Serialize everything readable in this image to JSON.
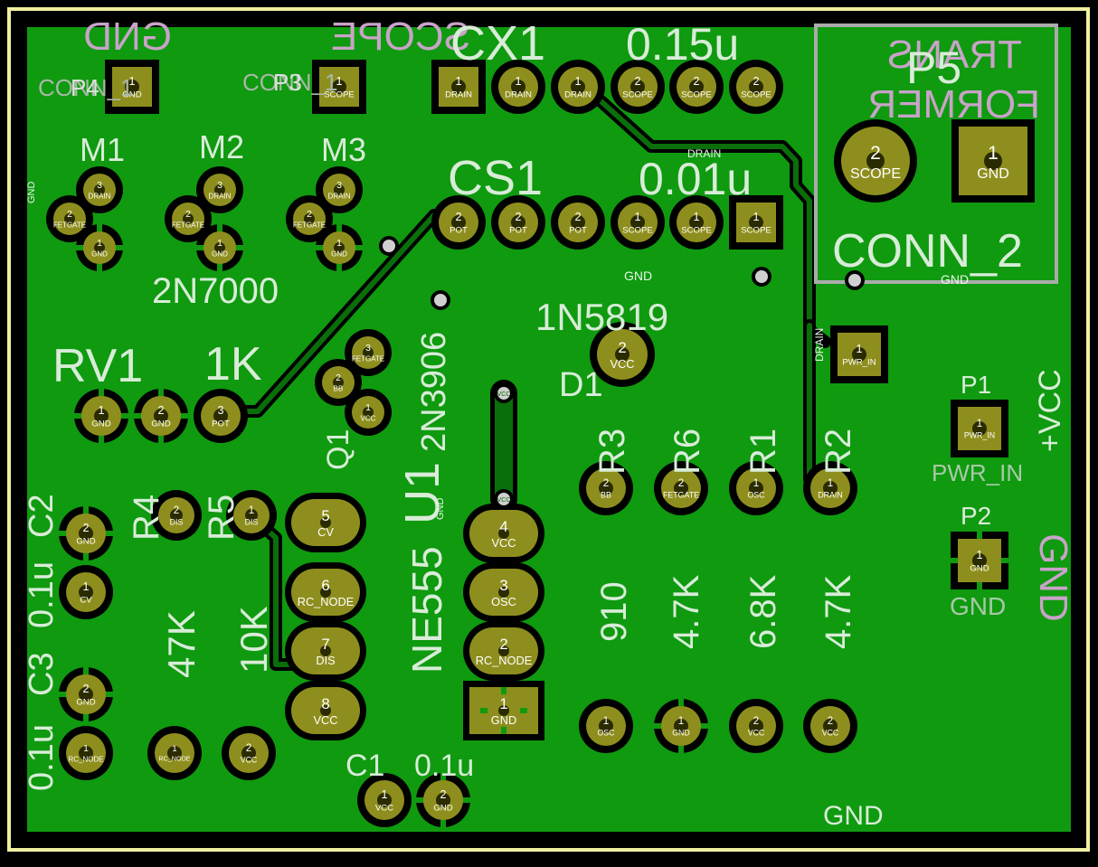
{
  "colors": {
    "background": "#000000",
    "edge": "#f0f0a0",
    "copper": "#0f9a0f",
    "copper_dark": "#0a6e0a",
    "pad_gold": "#8e8e1e",
    "pad_dark": "#2b2b00",
    "silk": "#d8ecd8",
    "silk_back": "#c9a3c9",
    "fab": "#ababab"
  },
  "back_texts": [
    "GND",
    "SCOPE",
    "TRANS",
    "FORMER",
    "GND"
  ],
  "refs": {
    "cx1": "CX1",
    "cx1_val": "0.15u",
    "cs1": "CS1",
    "cs1_val": "0.01u",
    "p5": "P5",
    "p5_val": "CONN_2",
    "p4": "P4",
    "p4_fab": "CONN_1",
    "p3": "P3",
    "p3_fab": "CONN_1",
    "m1": "M1",
    "m2": "M2",
    "m3": "M3",
    "mos_val": "2N7000",
    "rv1": "RV1",
    "rv1_val": "1K",
    "q1": "Q1",
    "q1_val": "2N3906",
    "d1": "D1",
    "d1_val": "1N5819",
    "u1": "U1",
    "u1_val": "NE555",
    "r3": "R3",
    "r6": "R6",
    "r1": "R1",
    "r2": "R2",
    "r3_val": "910",
    "r6_val": "4.7K",
    "r1_val": "6.8K",
    "r2_val": "4.7K",
    "r4": "R4",
    "r5": "R5",
    "r4_val": "47K",
    "r5_val": "10K",
    "c2": "C2",
    "c2_val": "0.1u",
    "c3": "C3",
    "c3_val": "0.1u",
    "c1": "C1",
    "c1_val": "0.1u",
    "p1": "P1",
    "p1_val": "PWR_IN",
    "p2": "P2",
    "p2_val": "GND",
    "vcc_plus": "+VCC",
    "gnd_side": "GND",
    "gnd_bottom": "GND",
    "gnd_net": "GND",
    "gnd_rot": "GND",
    "drain_net": "DRAIN"
  },
  "pads": {
    "p4": {
      "num": "1",
      "net": "GND"
    },
    "p3": {
      "num": "1",
      "net": "SCOPE"
    },
    "cx1": [
      {
        "num": "1",
        "net": "DRAIN"
      },
      {
        "num": "1",
        "net": "DRAIN"
      },
      {
        "num": "1",
        "net": "DRAIN"
      },
      {
        "num": "2",
        "net": "SCOPE"
      },
      {
        "num": "2",
        "net": "SCOPE"
      },
      {
        "num": "2",
        "net": "SCOPE"
      }
    ],
    "cs1": [
      {
        "num": "2",
        "net": "POT"
      },
      {
        "num": "2",
        "net": "POT"
      },
      {
        "num": "2",
        "net": "POT"
      },
      {
        "num": "1",
        "net": "SCOPE"
      },
      {
        "num": "1",
        "net": "SCOPE"
      },
      {
        "num": "1",
        "net": "SCOPE"
      }
    ],
    "p5": [
      {
        "num": "2",
        "net": "SCOPE"
      },
      {
        "num": "1",
        "net": "GND"
      }
    ],
    "mos": [
      {
        "num": "3",
        "net": "DRAIN"
      },
      {
        "num": "2",
        "net": "FETGATE"
      },
      {
        "num": "1",
        "net": "GND"
      }
    ],
    "rv1": [
      {
        "num": "1",
        "net": "GND"
      },
      {
        "num": "2",
        "net": "GND"
      },
      {
        "num": "3",
        "net": "POT"
      }
    ],
    "q1": [
      {
        "num": "3",
        "net": "FETGATE"
      },
      {
        "num": "2",
        "net": "BB"
      },
      {
        "num": "1",
        "net": "VCC"
      }
    ],
    "d1": {
      "num": "2",
      "net": "VCC"
    },
    "pwr": {
      "num": "1",
      "net": "PWR_IN"
    },
    "p1": {
      "num": "1",
      "net": "PWR_IN"
    },
    "p2": {
      "num": "1",
      "net": "GND"
    },
    "u1_left": [
      {
        "num": "5",
        "net": "CV"
      },
      {
        "num": "6",
        "net": "RC_NODE"
      },
      {
        "num": "7",
        "net": "DIS"
      },
      {
        "num": "8",
        "net": "VCC"
      }
    ],
    "u1_right": [
      {
        "num": "4",
        "net": "VCC"
      },
      {
        "num": "3",
        "net": "OSC"
      },
      {
        "num": "2",
        "net": "RC_NODE"
      },
      {
        "num": "1",
        "net": "GND"
      }
    ],
    "res_top": [
      {
        "num": "2",
        "net": "BB"
      },
      {
        "num": "2",
        "net": "FETGATE"
      },
      {
        "num": "1",
        "net": "OSC"
      },
      {
        "num": "1",
        "net": "DRAIN"
      }
    ],
    "res_bot": [
      {
        "num": "1",
        "net": "OSC"
      },
      {
        "num": "1",
        "net": "GND"
      },
      {
        "num": "2",
        "net": "VCC"
      },
      {
        "num": "2",
        "net": "VCC"
      }
    ],
    "r4": {
      "num": "2",
      "net": "DIS"
    },
    "r5": {
      "num": "1",
      "net": "DIS"
    },
    "c2": [
      {
        "num": "2",
        "net": "GND"
      },
      {
        "num": "1",
        "net": "CV"
      }
    ],
    "c3": [
      {
        "num": "2",
        "net": "GND"
      },
      {
        "num": "1",
        "net": "RC_NODE"
      }
    ],
    "r4_bot": {
      "num": "1",
      "net": "RC_NODE"
    },
    "r5_bot": {
      "num": "2",
      "net": "VCC"
    },
    "c1": [
      {
        "num": "1",
        "net": "VCC"
      },
      {
        "num": "2",
        "net": "GND"
      }
    ],
    "via_vcc": "VCC"
  }
}
